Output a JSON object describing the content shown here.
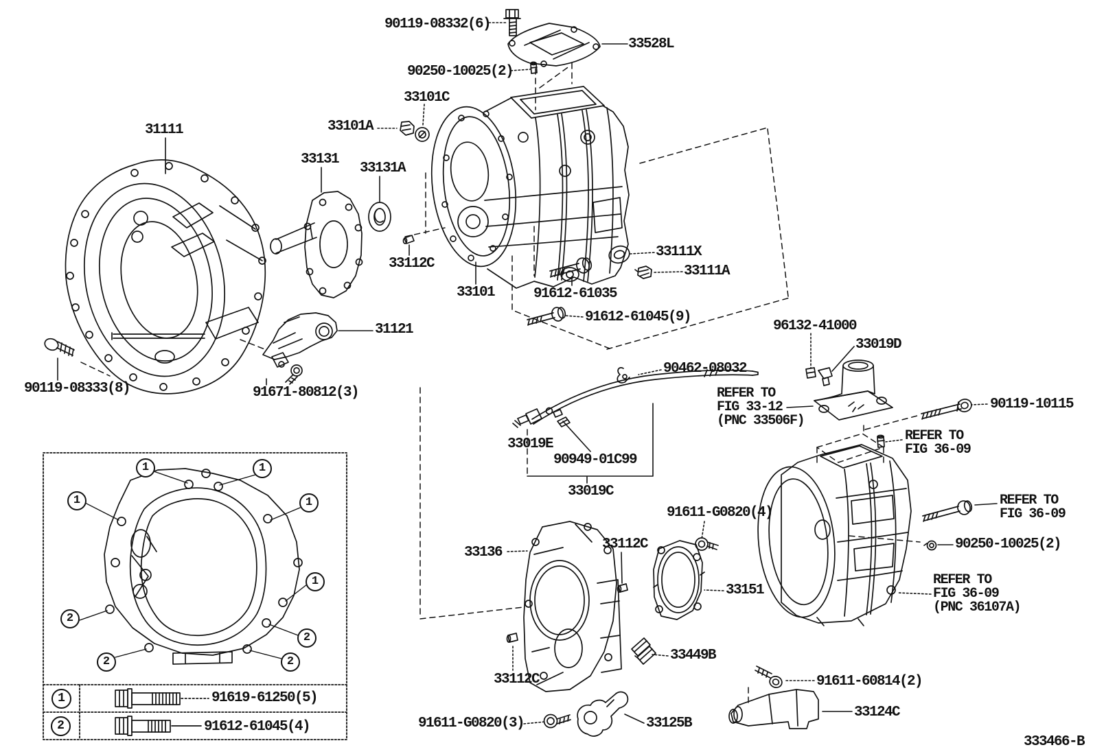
{
  "diagram": {
    "type": "exploded-parts-diagram",
    "subject": "clutch housing / manual transmission case",
    "code": "333466-B"
  },
  "colors": {
    "ink": "#111111",
    "background": "#ffffff"
  },
  "part_labels": [
    {
      "text": "90119-08332(6)"
    },
    {
      "text": "33528L"
    },
    {
      "text": "90250-10025(2)"
    },
    {
      "text": "33101C"
    },
    {
      "text": "33101A"
    },
    {
      "text": "31111"
    },
    {
      "text": "33131"
    },
    {
      "text": "33131A"
    },
    {
      "text": "33112C"
    },
    {
      "text": "33101"
    },
    {
      "text": "33111X"
    },
    {
      "text": "33111A"
    },
    {
      "text": "91612-61035"
    },
    {
      "text": "91612-61045(9)"
    },
    {
      "text": "31121"
    },
    {
      "text": "90119-08333(8)"
    },
    {
      "text": "91671-80812(3)"
    },
    {
      "text": "96132-41000"
    },
    {
      "text": "33019D"
    },
    {
      "text": "90462-08032"
    },
    {
      "text": "90119-10115"
    },
    {
      "text": "33019E"
    },
    {
      "text": "90949-01C99"
    },
    {
      "text": "33019C"
    },
    {
      "text": "91611-G0820(4)"
    },
    {
      "text": "33136"
    },
    {
      "text": "33112C"
    },
    {
      "text": "33151"
    },
    {
      "text": "90250-10025(2)"
    },
    {
      "text": "33449B"
    },
    {
      "text": "33112C"
    },
    {
      "text": "91611-60814(2)"
    },
    {
      "text": "33124C"
    },
    {
      "text": "91611-G0820(3)"
    },
    {
      "text": "33125B"
    },
    {
      "text": "333466-B"
    }
  ],
  "refer_notes": [
    {
      "lines": [
        "REFER TO",
        "FIG 33-12",
        "(PNC 33506F)"
      ]
    },
    {
      "lines": [
        "REFER TO",
        "FIG 36-09"
      ]
    },
    {
      "lines": [
        "REFER TO",
        "FIG 36-09"
      ]
    },
    {
      "lines": [
        "REFER TO",
        "FIG 36-09",
        "(PNC 36107A)"
      ]
    }
  ],
  "inset": {
    "callouts": [
      {
        "symbol": "1"
      },
      {
        "symbol": "1"
      },
      {
        "symbol": "1"
      },
      {
        "symbol": "1"
      },
      {
        "symbol": "1"
      },
      {
        "symbol": "2"
      },
      {
        "symbol": "2"
      },
      {
        "symbol": "2"
      },
      {
        "symbol": "2"
      }
    ],
    "legend": [
      {
        "symbol": "1",
        "part_number": "91619-61250(5)"
      },
      {
        "symbol": "2",
        "part_number": "91612-61045(4)"
      }
    ]
  }
}
